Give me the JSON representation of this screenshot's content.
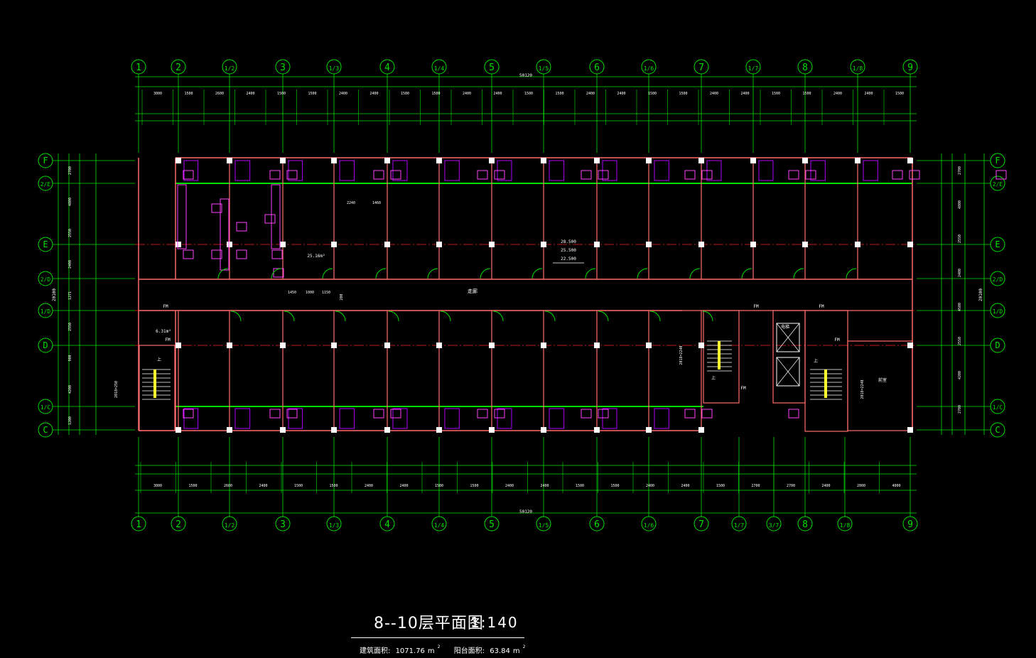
{
  "drawing": {
    "title": "8--10层平面图",
    "scale": "1:140",
    "building_area_label": "建筑面积:",
    "building_area_value": "1071.76",
    "balcony_area_label": "阳台面积:",
    "balcony_area_value": "63.84",
    "area_unit": "m",
    "area_unit_sup": "2"
  },
  "grid_top": [
    "1",
    "2",
    "1/2",
    "3",
    "1/3",
    "4",
    "1/4",
    "5",
    "1/5",
    "6",
    "1/6",
    "7",
    "1/7",
    "8",
    "1/8",
    "9"
  ],
  "grid_bottom": [
    "1",
    "2",
    "1/2",
    "3",
    "1/3",
    "4",
    "1/4",
    "5",
    "1/5",
    "6",
    "1/6",
    "7",
    "1/7",
    "3/7",
    "8",
    "1/8",
    "9"
  ],
  "grid_side": [
    "F",
    "2/E",
    "E",
    "2/D",
    "1/D",
    "D",
    "1/C",
    "C"
  ],
  "dims": {
    "overall": "50120",
    "top_row": [
      "3000",
      "1500",
      "2600",
      "2400",
      "1500",
      "1500",
      "2400",
      "2400",
      "1500",
      "1500",
      "2400",
      "2400",
      "1500",
      "1500",
      "2400",
      "2400",
      "1500",
      "1500",
      "2400",
      "2400",
      "1500",
      "1500",
      "2400",
      "2400",
      "1500"
    ],
    "bottom_row": [
      "3000",
      "1500",
      "2600",
      "2400",
      "1500",
      "1500",
      "2400",
      "2400",
      "1500",
      "1500",
      "2400",
      "2400",
      "1500",
      "1500",
      "2400",
      "2400",
      "1500",
      "2700",
      "2700",
      "2400",
      "2000",
      "4000"
    ],
    "side_total": "20100",
    "side_left": [
      "2700",
      "4800",
      "2550",
      "2400",
      "1271",
      "2550",
      "900",
      "4200",
      "1200"
    ],
    "side_right": [
      "2700",
      "4800",
      "2550",
      "2400",
      "4500",
      "2550",
      "4200",
      "2700"
    ]
  },
  "labels": {
    "area_office": "25.16m²",
    "corridor": "走廊",
    "room_area_small": "6.31m²",
    "lift": "电梯",
    "hall": "前室",
    "up": "上",
    "fm": "FM",
    "elev_a": "28.500",
    "elev_b": "25.500",
    "elev_c": "22.500",
    "dim_2240": "2240",
    "dim_1460": "1460",
    "dim_1450": "1450",
    "dim_1000": "1000",
    "dim_1150": "1150",
    "dim_200": "200",
    "dim_stair_left": "2018=250",
    "dim_stair_right": "2018=2240"
  },
  "colors": {
    "background": "#000000",
    "grid_axis": "#00e000",
    "wall": "#ff6a6a",
    "axis_center": "#ff2020",
    "furniture": "#ff40ff",
    "window": "#b000ff",
    "text": "#ffffff",
    "stair": "#ffff30",
    "column": "#ffffff"
  }
}
